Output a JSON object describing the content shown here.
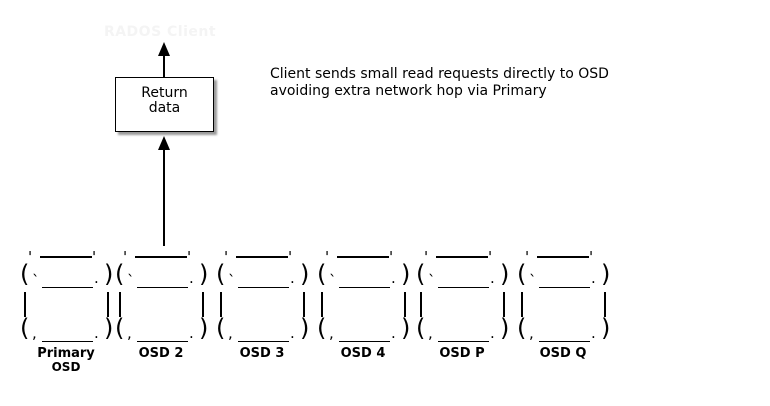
{
  "colors": {
    "background": "#ffffff",
    "ink": "#000000",
    "box_shadow": "#9b9b9b",
    "ghost_text": "#f4f4f4"
  },
  "ghost_title": "RADOS Client",
  "return_box": {
    "line1": "Return",
    "line2": "data"
  },
  "caption": {
    "line1": "Client sends small read requests directly to OSD",
    "line2": "avoiding extra network hop via Primary"
  },
  "cylinder_glyphs": {
    "paren_left": "(",
    "paren_right": ")",
    "tick": "'",
    "backtick": "`",
    "comma": ",",
    "dot": "."
  },
  "osds": [
    {
      "label": "Primary",
      "sublabel": "OSD"
    },
    {
      "label": "OSD 2"
    },
    {
      "label": "OSD 3"
    },
    {
      "label": "OSD 4"
    },
    {
      "label": "OSD P"
    },
    {
      "label": "OSD Q"
    }
  ]
}
